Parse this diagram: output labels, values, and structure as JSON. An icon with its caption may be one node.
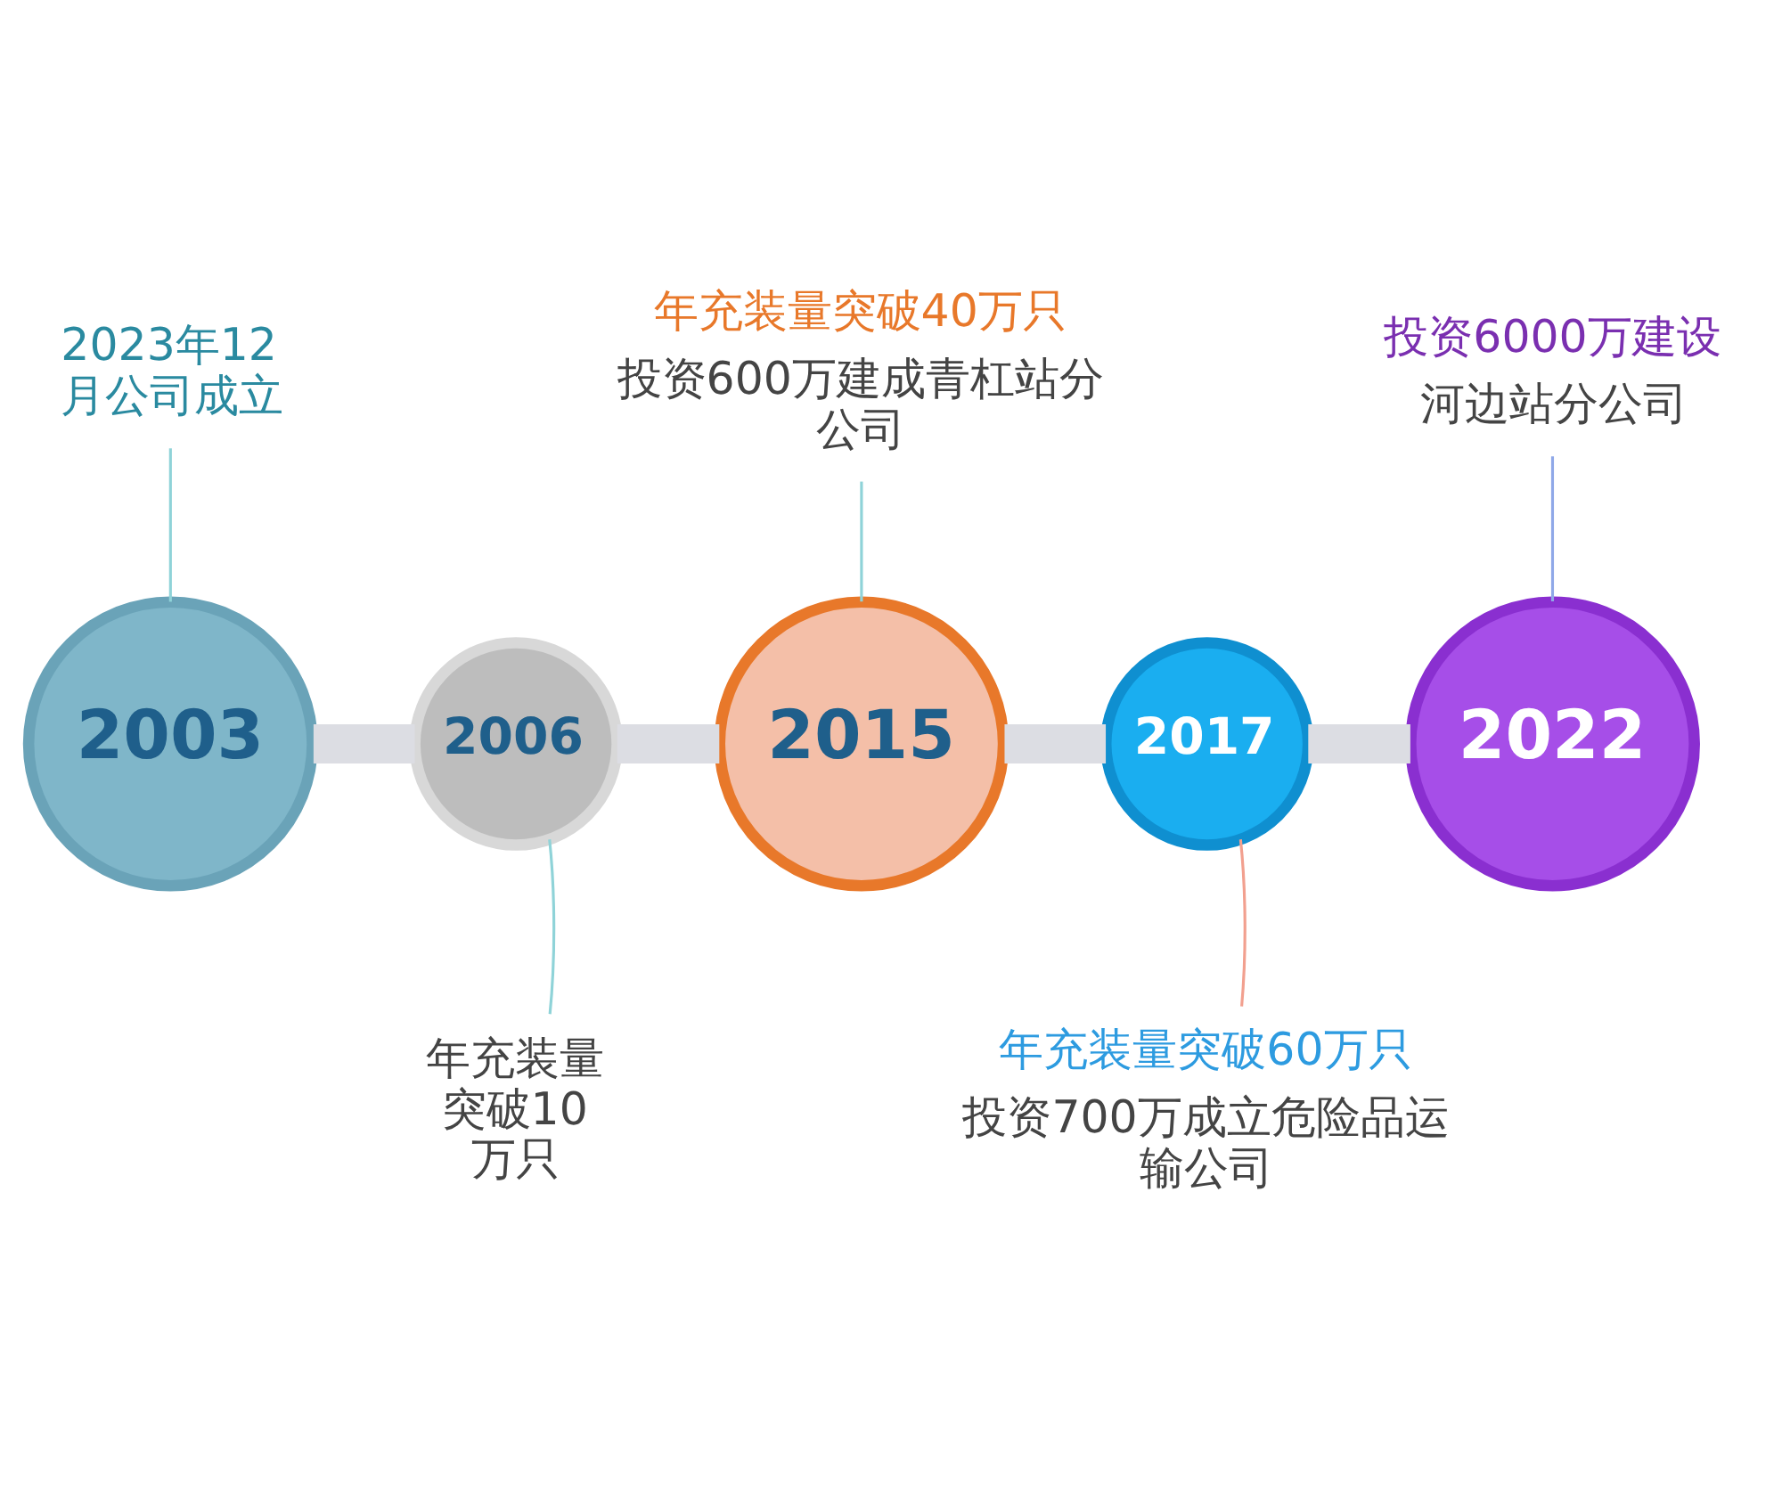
{
  "diagram": {
    "nodes": [
      {
        "text": [
          "2003"
        ]
      },
      {
        "text": [
          "2023年12月公司成立"
        ]
      },
      {
        "text": [
          "2006"
        ]
      },
      {
        "text": [
          "年充装量突破10万只"
        ]
      },
      {
        "text": [
          "2015"
        ]
      },
      {
        "text": [
          "年充装量突破40万只",
          "投资600万建成青杠站分公司"
        ]
      },
      {
        "text": [
          "2017"
        ]
      },
      {
        "text": [
          "年充装量突破60万只",
          "投资700万成立危险品运输公司"
        ]
      },
      {
        "text": [
          "2022"
        ]
      },
      {
        "text": [
          "投资6000万建设",
          "河边站分公司"
        ]
      }
    ],
    "edges": [
      {
        "from": 0,
        "to": 2,
        "arrow": "none",
        "style": "thick",
        "color": "#dcdde3"
      },
      {
        "from": 2,
        "to": 4,
        "arrow": "none",
        "style": "thick",
        "color": "#dcdde3"
      },
      {
        "from": 4,
        "to": 6,
        "arrow": "none",
        "style": "thick",
        "color": "#dcdde3"
      },
      {
        "from": 6,
        "to": 8,
        "arrow": "none",
        "style": "thick",
        "color": "#dcdde3"
      },
      {
        "from": 1,
        "to": 0,
        "arrow": "none",
        "color": "#8fd3d8"
      },
      {
        "from": 3,
        "to": 2,
        "arrow": "none",
        "color": "#8fd3d8"
      },
      {
        "from": 5,
        "to": 4,
        "arrow": "none",
        "color": "#8fd3d8"
      },
      {
        "from": 7,
        "to": 6,
        "arrow": "none",
        "color": "#f2a08f"
      },
      {
        "from": 9,
        "to": 8,
        "arrow": "none",
        "color": "#8fa8e8"
      }
    ]
  }
}
